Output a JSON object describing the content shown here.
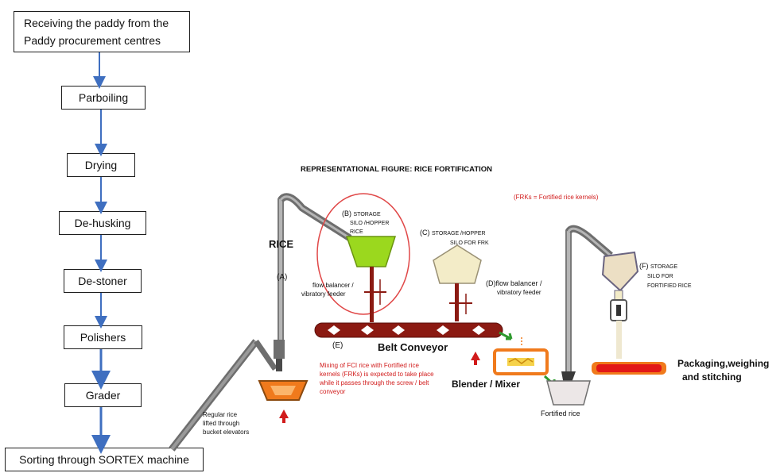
{
  "flowchart": {
    "steps": [
      "Receiving the paddy from the Paddy procurement centres",
      "Parboiling",
      "Drying",
      "De-husking",
      "De-stoner",
      "Polishers",
      "Grader",
      "Sorting through SORTEX machine"
    ]
  },
  "figure": {
    "title": "REPRESENTATIONAL FIGURE:  RICE FORTIFICATION",
    "frk_note": "(FRKs = Fortified rice kernels)",
    "rice_label": "RICE",
    "label_a": "(A)",
    "label_b_line1": "(B)",
    "label_b_line1b": "STORAGE",
    "label_b_line2": "SILO /HOPPER",
    "label_b_line3": "RICE",
    "label_c_line1": "(C)",
    "label_c_line1b": "STORAGE /HOPPER",
    "label_c_line2": "SILO FOR FRK",
    "flow_balancer_b_line1": "flow balancer /",
    "flow_balancer_b_line2": "vibratory feeder",
    "flow_balancer_d_line1": "(D)flow balancer /",
    "flow_balancer_d_line2": "vibratory feeder",
    "label_e": "(E)",
    "belt_conveyor": "Belt Conveyor",
    "mixing_note_line1": "Mixing of FCI rice with Fortified rice",
    "mixing_note_line2": "kernels (FRKs) is expected to take place",
    "mixing_note_line3": "while it passes through the screw / belt",
    "mixing_note_line4": "conveyor",
    "blender": "Blender / Mixer",
    "fortified_rice": "Fortified rice",
    "label_f_line1": "(F)",
    "label_f_line1b": "STORAGE",
    "label_f_line2": "SILO FOR",
    "label_f_line3": "FORTIFIED RICE",
    "packaging_line1": "Packaging,weighing",
    "packaging_line2": "and stitching",
    "regular_rice_line1": "Regular rice",
    "regular_rice_line2": "lifted through",
    "regular_rice_line3": "bucket elevators"
  },
  "colors": {
    "arrow_blue": "#3f6fc0",
    "hopper_green": "#9bd81e",
    "hopper_beige": "#f3ecc8",
    "belt_dark_red": "#8b1a12",
    "orange": "#f07a1c",
    "red_text": "#d11b1b",
    "pipe_gray": "#6e6e6e",
    "arrow_green": "#2f9a2f"
  }
}
